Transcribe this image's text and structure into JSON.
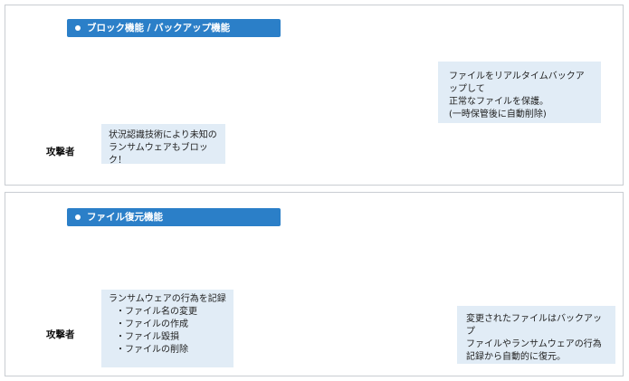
{
  "panels": [
    {
      "header": "ブロック機能 / バックアップ機能",
      "attacker_label": "攻撃者",
      "block_text": "状況認識技術により未知の\nランサムウェアもブロック！",
      "backup_text": "ファイルをリアルタイムバックアップして\n正常なファイルを保護。\n(一時保管後に自動削除)"
    },
    {
      "header": "ファイル復元機能",
      "attacker_label": "攻撃者",
      "record_title": "ランサムウェアの行為を記録",
      "record_items": [
        "・ファイル名の変更",
        "・ファイルの作成",
        "・ファイル毀損",
        "・ファイルの削除"
      ],
      "restore_text": "変更されたファイルはバックアップ\nファイルやランサムウェアの行為\n記録から自動的に復元。"
    }
  ],
  "colors": {
    "accent": "#2b7fc8",
    "arrow_red": "#d42a2a",
    "arrow_teal": "#1aa5a0",
    "lock_orange": "#f29a1e",
    "shield_red": "#c9141e"
  },
  "icons": {
    "attacker": "hooded-hacker-icon",
    "shield": "r-shield-logo-icon",
    "database": "database-icon",
    "laptop": "laptop-icon",
    "chain": "chain-lock-icon"
  }
}
